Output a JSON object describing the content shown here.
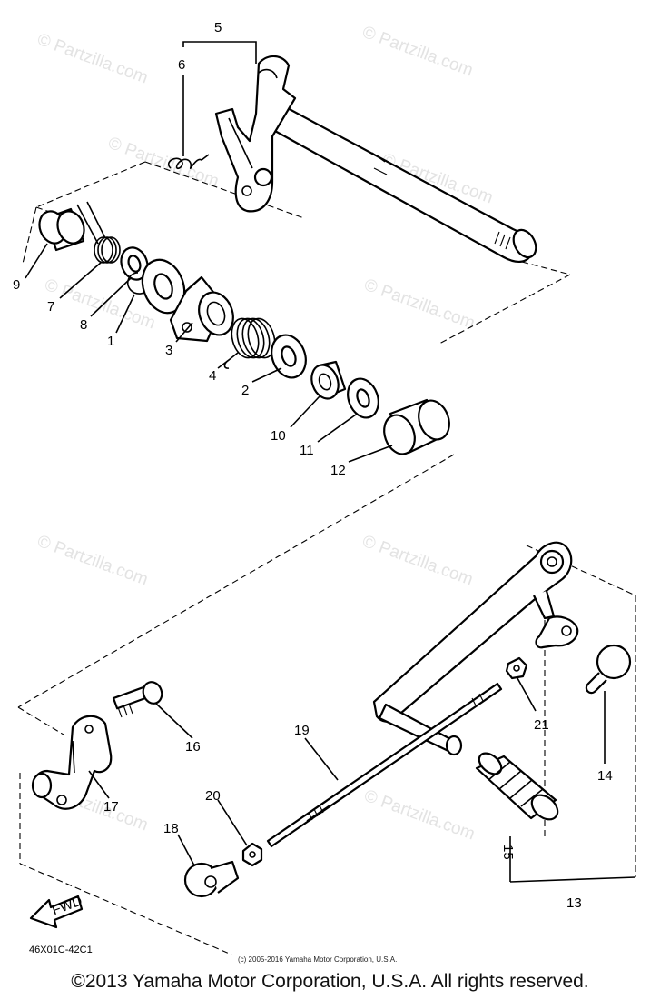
{
  "watermarks": [
    "© Partzilla.com",
    "© Partzilla.com",
    "© Partzilla.com",
    "© Partzilla.com",
    "© Partzilla.com",
    "© Partzilla.com",
    "© Partzilla.com",
    "© Partzilla.com",
    "© Partzilla.com",
    "© Partzilla.com"
  ],
  "callouts": [
    "1",
    "2",
    "3",
    "4",
    "5",
    "6",
    "7",
    "8",
    "9",
    "10",
    "11",
    "12",
    "13",
    "14",
    "15",
    "16",
    "17",
    "18",
    "19",
    "20",
    "21"
  ],
  "fwd_label": "FWD",
  "diagram_code": "46X01C-42C1",
  "image_copyright": "(c) 2005-2016 Yamaha Motor Corporation, U.S.A.",
  "footer_copyright": "©2013 Yamaha Motor Corporation, U.S.A. All rights reserved."
}
